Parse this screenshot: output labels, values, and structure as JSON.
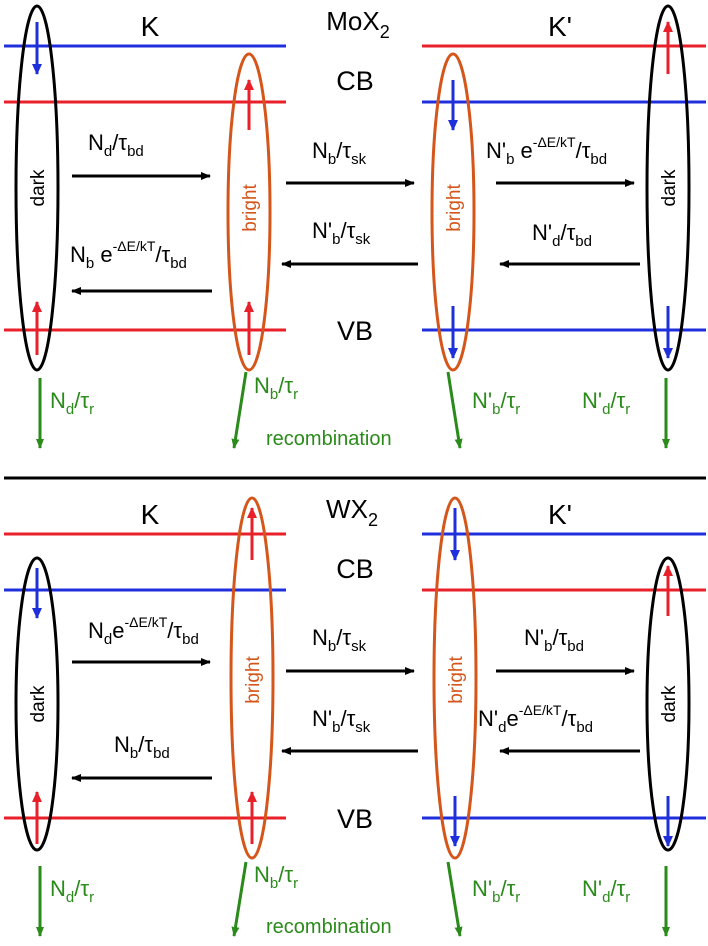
{
  "colors": {
    "black": "#000000",
    "blue": "#1f2fdc",
    "red": "#e8202a",
    "orange": "#d4561a",
    "green": "#2a8a1a"
  },
  "top": {
    "valley_left": "K",
    "material": {
      "base": "MoX",
      "sub": "2"
    },
    "valley_right": "K'",
    "cb_label": "CB",
    "vb_label": "VB",
    "dark_left_label": "dark",
    "bright_left_label": "bright",
    "bright_right_label": "bright",
    "dark_right_label": "dark",
    "rate_dark_to_bright": {
      "n": "N",
      "n_sub": "d",
      "slash": "/",
      "tau": "τ",
      "tau_sub": "bd"
    },
    "rate_bright_to_dark": {
      "n": "N",
      "n_sub": "b",
      "mid": " e",
      "exp": "-ΔE/kT",
      "slash": "/",
      "tau": "τ",
      "tau_sub": "bd"
    },
    "rate_k_to_kp": {
      "n": "N",
      "n_sub": "b",
      "slash": "/",
      "tau": "τ",
      "tau_sub": "sk"
    },
    "rate_kp_to_k": {
      "n": "N'",
      "n_sub": "b",
      "slash": "/",
      "tau": "τ",
      "tau_sub": "sk"
    },
    "rate_kp_bright_to_dark": {
      "n": "N'",
      "n_sub": "b",
      "mid": " e",
      "exp": "-ΔE/kT",
      "slash": "/",
      "tau": "τ",
      "tau_sub": "bd"
    },
    "rate_kp_dark_to_bright": {
      "n": "N'",
      "n_sub": "d",
      "slash": "/",
      "tau": "τ",
      "tau_sub": "bd"
    },
    "recomb_1": {
      "n": "N",
      "n_sub": "d",
      "slash": "/",
      "tau": "τ",
      "tau_sub": "r"
    },
    "recomb_2": {
      "n": "N",
      "n_sub": "b",
      "slash": "/",
      "tau": "τ",
      "tau_sub": "r"
    },
    "recomb_3": {
      "n": "N'",
      "n_sub": "b",
      "slash": "/",
      "tau": "τ",
      "tau_sub": "r"
    },
    "recomb_4": {
      "n": "N'",
      "n_sub": "d",
      "slash": "/",
      "tau": "τ",
      "tau_sub": "r"
    },
    "recombination_label": "recombination"
  },
  "bottom": {
    "valley_left": "K",
    "material": {
      "base": "WX",
      "sub": "2"
    },
    "valley_right": "K'",
    "cb_label": "CB",
    "vb_label": "VB",
    "dark_left_label": "dark",
    "bright_left_label": "bright",
    "bright_right_label": "bright",
    "dark_right_label": "dark",
    "rate_dark_to_bright": {
      "n": "N",
      "n_sub": "d",
      "mid": "e",
      "exp": "-ΔE/kT",
      "slash": "/",
      "tau": "τ",
      "tau_sub": "bd"
    },
    "rate_bright_to_dark": {
      "n": "N",
      "n_sub": "b",
      "slash": "/",
      "tau": "τ",
      "tau_sub": "bd"
    },
    "rate_k_to_kp": {
      "n": "N",
      "n_sub": "b",
      "slash": "/",
      "tau": "τ",
      "tau_sub": "sk"
    },
    "rate_kp_to_k": {
      "n": "N'",
      "n_sub": "b",
      "slash": "/",
      "tau": "τ",
      "tau_sub": "sk"
    },
    "rate_kp_bright_to_dark": {
      "n": "N'",
      "n_sub": "b",
      "slash": "/",
      "tau": "τ",
      "tau_sub": "bd"
    },
    "rate_kp_dark_to_bright": {
      "n": "N'",
      "n_sub": "d",
      "mid": "e",
      "exp": "-ΔE/kT",
      "slash": "/",
      "tau": "τ",
      "tau_sub": "bd"
    },
    "recomb_1": {
      "n": "N",
      "n_sub": "d",
      "slash": "/",
      "tau": "τ",
      "tau_sub": "r"
    },
    "recomb_2": {
      "n": "N",
      "n_sub": "b",
      "slash": "/",
      "tau": "τ",
      "tau_sub": "r"
    },
    "recomb_3": {
      "n": "N'",
      "n_sub": "b",
      "slash": "/",
      "tau": "τ",
      "tau_sub": "r"
    },
    "recomb_4": {
      "n": "N'",
      "n_sub": "d",
      "slash": "/",
      "tau": "τ",
      "tau_sub": "r"
    },
    "recombination_label": "recombination"
  }
}
